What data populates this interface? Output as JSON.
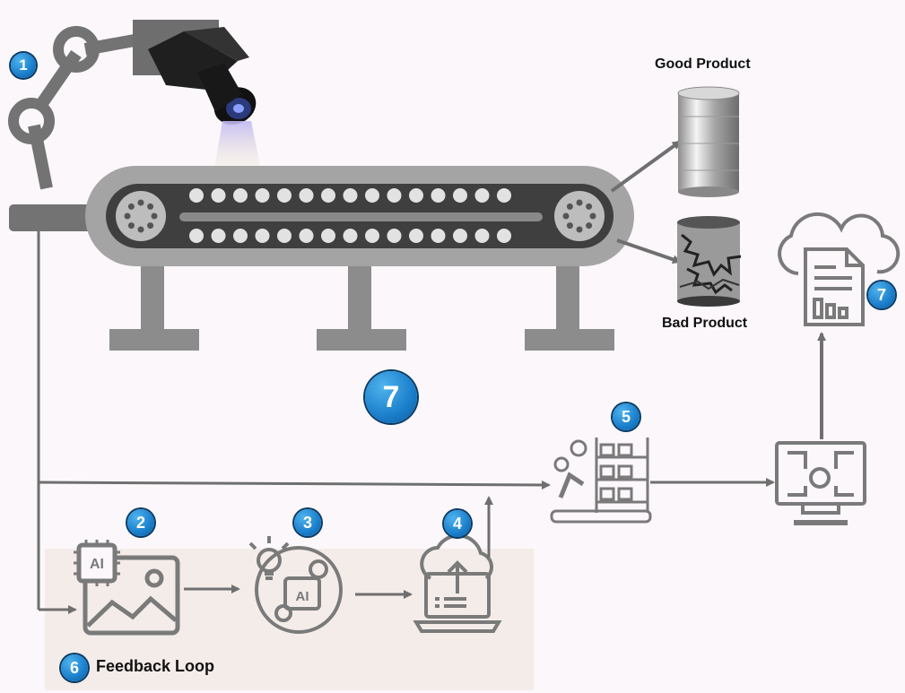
{
  "labels": {
    "good_product": "Good Product",
    "bad_product": "Bad Product",
    "feedback_loop": "Feedback Loop"
  },
  "badges": {
    "robot_arm": "1",
    "ai_image": "2",
    "ai_processing": "3",
    "cloud_upload": "4",
    "warehouse_robot": "5",
    "feedback": "6",
    "conveyor": "7",
    "cloud_report": "7"
  },
  "icons": {
    "ai_chip": "AI",
    "ai_head": "AI"
  },
  "colors": {
    "badge_blue": "#1a7ecb",
    "icon_gray": "#7a7a7a",
    "feedback_panel": "#f4ece9",
    "background": "#fbf7fa"
  }
}
